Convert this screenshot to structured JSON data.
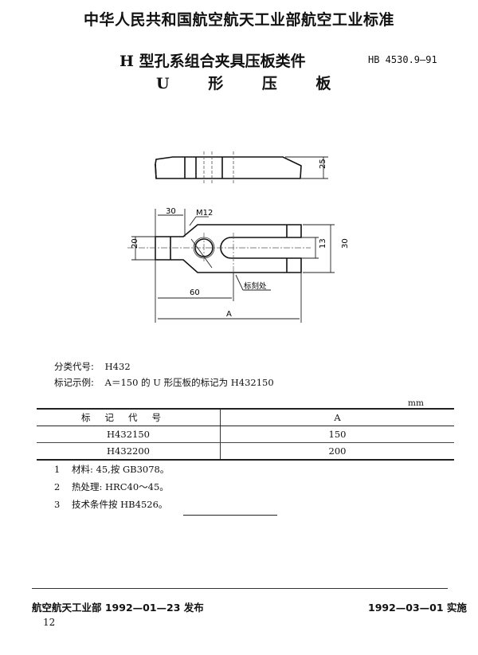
{
  "header": {
    "organization": "中华人民共和国航空航天工业部航空工业标准",
    "title_prefix": "H",
    "title_rest": "型孔系组合夹具压板类件",
    "standard_no": "HB 4530.9—91",
    "subtitle_prefix": "U",
    "subtitle_rest": "形 压 板"
  },
  "drawing": {
    "dimensions": {
      "height_side": "25",
      "left_width": "30",
      "thread": "M12",
      "left_height": "20",
      "slot_width": "13",
      "overall_height": "30",
      "hole_position": "60",
      "overall_length": "A"
    },
    "mark_label": "标刻处"
  },
  "info": {
    "class_code_label": "分类代号:",
    "class_code_value": "H432",
    "example_label": "标记示例:",
    "example_value": "A＝150 的 U 形压板的标记为 H432150"
  },
  "table": {
    "unit": "mm",
    "headers": [
      "标记代号",
      "A"
    ],
    "rows": [
      [
        "H432150",
        "150"
      ],
      [
        "H432200",
        "200"
      ]
    ]
  },
  "notes": [
    {
      "num": "1",
      "text": "材料: 45,按 GB3078。"
    },
    {
      "num": "2",
      "text": "热处理: HRC40～45。"
    },
    {
      "num": "3",
      "text": "技术条件按 HB4526。"
    }
  ],
  "footer": {
    "issued": "航空航天工业部 1992—01—23 发布",
    "implemented": "1992—03—01 实施",
    "page_number": "12"
  }
}
